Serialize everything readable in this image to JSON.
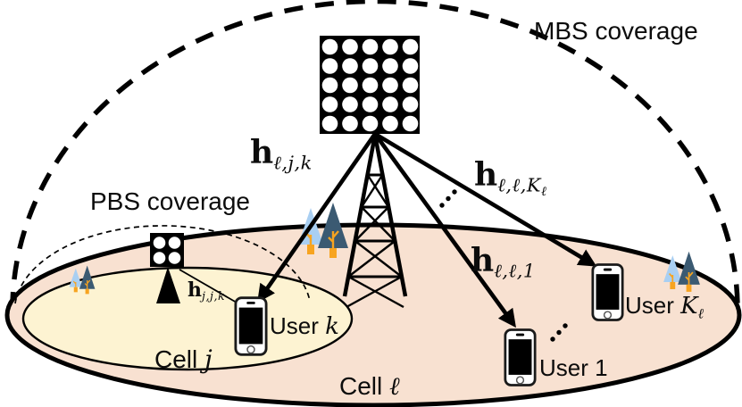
{
  "figure": {
    "coverage_labels": {
      "mbs": "MBS coverage",
      "pbs": "PBS coverage"
    },
    "cells": {
      "cell_l": {
        "prefix": "Cell ",
        "symbol": "ℓ"
      },
      "cell_j": {
        "prefix": "Cell ",
        "symbol": "j"
      }
    },
    "users": {
      "user_k": {
        "prefix": "User ",
        "symbol": "k"
      },
      "user_1": {
        "prefix": "User ",
        "symbol": "1"
      },
      "user_Kl": {
        "prefix": "User ",
        "symbol": "K",
        "subscript": "ℓ"
      }
    },
    "channels": {
      "h_l_j_k": {
        "base": "h",
        "sub": "ℓ,j,k"
      },
      "h_l_l_Kl": {
        "base": "h",
        "sub": "ℓ,ℓ,K",
        "subsub": "ℓ"
      },
      "h_l_l_1": {
        "base": "h",
        "sub": "ℓ,ℓ,1"
      },
      "h_j_j_k": {
        "base": "h",
        "sub": "j,j,k"
      }
    },
    "colors": {
      "cell_l_fill": "#f8e1d1",
      "cell_j_fill": "#fdf3d2",
      "line": "#000000",
      "tree_light": "#a9cff2",
      "tree_dark": "#3b5a72",
      "tree_trunk": "#f7a420",
      "phone_body": "#ffffff",
      "phone_screen": "#000000"
    }
  }
}
